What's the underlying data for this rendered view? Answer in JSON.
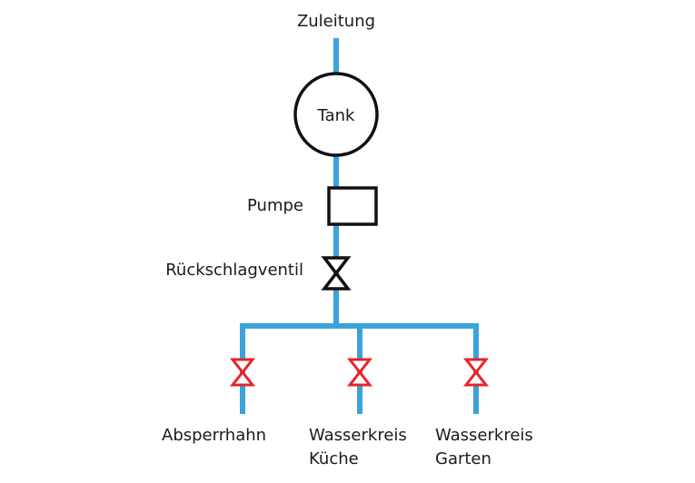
{
  "diagram": {
    "title_label": "Zuleitung",
    "tank": {
      "label": "Tank"
    },
    "pump": {
      "label": "Pumpe"
    },
    "check_valve": {
      "label": "Rückschlagventil"
    },
    "branches": [
      {
        "label_line1": "Absperrhahn",
        "label_line2": ""
      },
      {
        "label_line1": "Wasserkreis",
        "label_line2": "Küche"
      },
      {
        "label_line1": "Wasserkreis",
        "label_line2": "Garten"
      }
    ],
    "colors": {
      "pipe": "#3ba3dc",
      "symbol": "#111111",
      "shutoff_valve": "#e8242b"
    }
  }
}
